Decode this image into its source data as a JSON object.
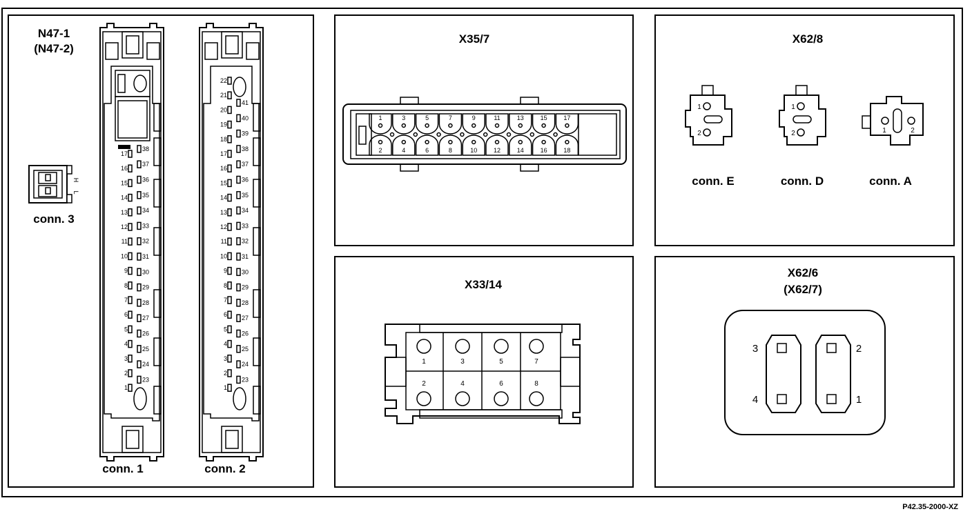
{
  "reference": "P42.35-2000-XZ",
  "panel_n47": {
    "title_line1": "N47-1",
    "title_line2": "(N47-2)",
    "conn1_label": "conn. 1",
    "conn2_label": "conn. 2",
    "conn3_label": "conn. 3",
    "conn3_mark_top": "H",
    "conn3_mark_bottom": "L",
    "left_pins": [
      "22",
      "21",
      "20",
      "19",
      "18",
      "17",
      "16",
      "15",
      "14",
      "13",
      "12",
      "11",
      "10",
      "9",
      "8",
      "7",
      "6",
      "5",
      "4",
      "3",
      "2",
      "1"
    ],
    "right_pins": [
      "41",
      "40",
      "39",
      "38",
      "37",
      "36",
      "35",
      "34",
      "33",
      "32",
      "31",
      "30",
      "29",
      "28",
      "27",
      "26",
      "25",
      "24",
      "23"
    ]
  },
  "panel_x35": {
    "title": "X35/7",
    "top_pins": [
      "1",
      "3",
      "5",
      "7",
      "9",
      "11",
      "13",
      "15",
      "17"
    ],
    "bottom_pins": [
      "2",
      "4",
      "6",
      "8",
      "10",
      "12",
      "14",
      "16",
      "18"
    ]
  },
  "panel_x33": {
    "title": "X33/14",
    "top_pins": [
      "1",
      "3",
      "5",
      "7"
    ],
    "bottom_pins": [
      "2",
      "4",
      "6",
      "8"
    ]
  },
  "panel_x62_8": {
    "title": "X62/8",
    "conn_e_label": "conn. E",
    "conn_d_label": "conn. D",
    "conn_a_label": "conn. A",
    "pin_1": "1",
    "pin_2": "2"
  },
  "panel_x62_6": {
    "title_line1": "X62/6",
    "title_line2": "(X62/7)",
    "pin_3": "3",
    "pin_4": "4",
    "pin_2": "2",
    "pin_1": "1"
  }
}
